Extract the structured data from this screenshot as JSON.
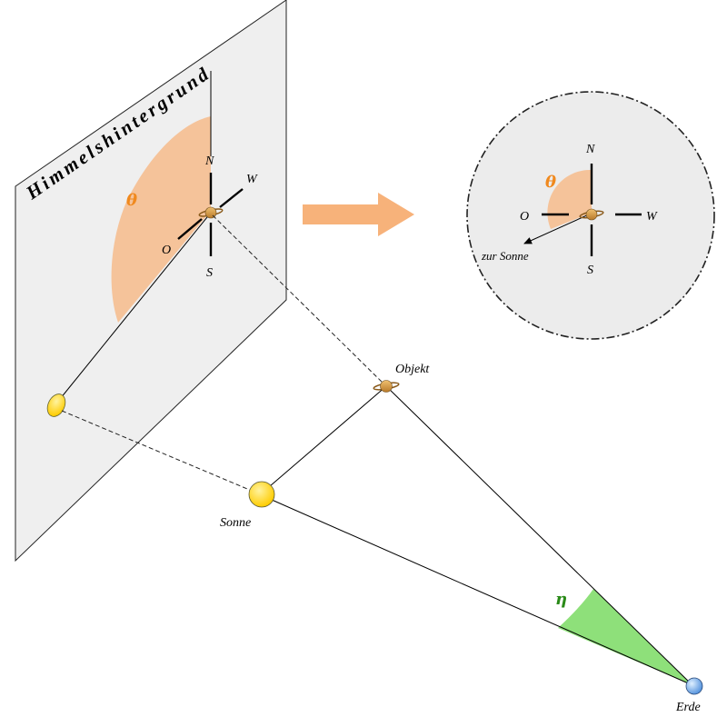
{
  "sky_plane": {
    "title": "Himmelshintergrund",
    "theta_label": "θ",
    "compass": {
      "north": "N",
      "south": "S",
      "west": "W",
      "east": "O"
    }
  },
  "inset": {
    "theta_label": "θ",
    "compass": {
      "north": "N",
      "south": "S",
      "west": "W",
      "east": "O"
    },
    "sun_direction_label": "zur Sonne"
  },
  "bodies": {
    "object": "Objekt",
    "sun": "Sonne",
    "earth": "Erde"
  },
  "eta_label": "η",
  "colors": {
    "plane_fill": "#efefef",
    "inset_fill": "#ececec",
    "theta_fill": "#f5c39a",
    "theta_text": "#f0891e",
    "arrow_fill": "#f7b27a",
    "eta_fill": "#8ee07a",
    "eta_text": "#2a8a18",
    "sun_fill": "#ffd21f",
    "earth_fill": "#6fa8e8"
  }
}
